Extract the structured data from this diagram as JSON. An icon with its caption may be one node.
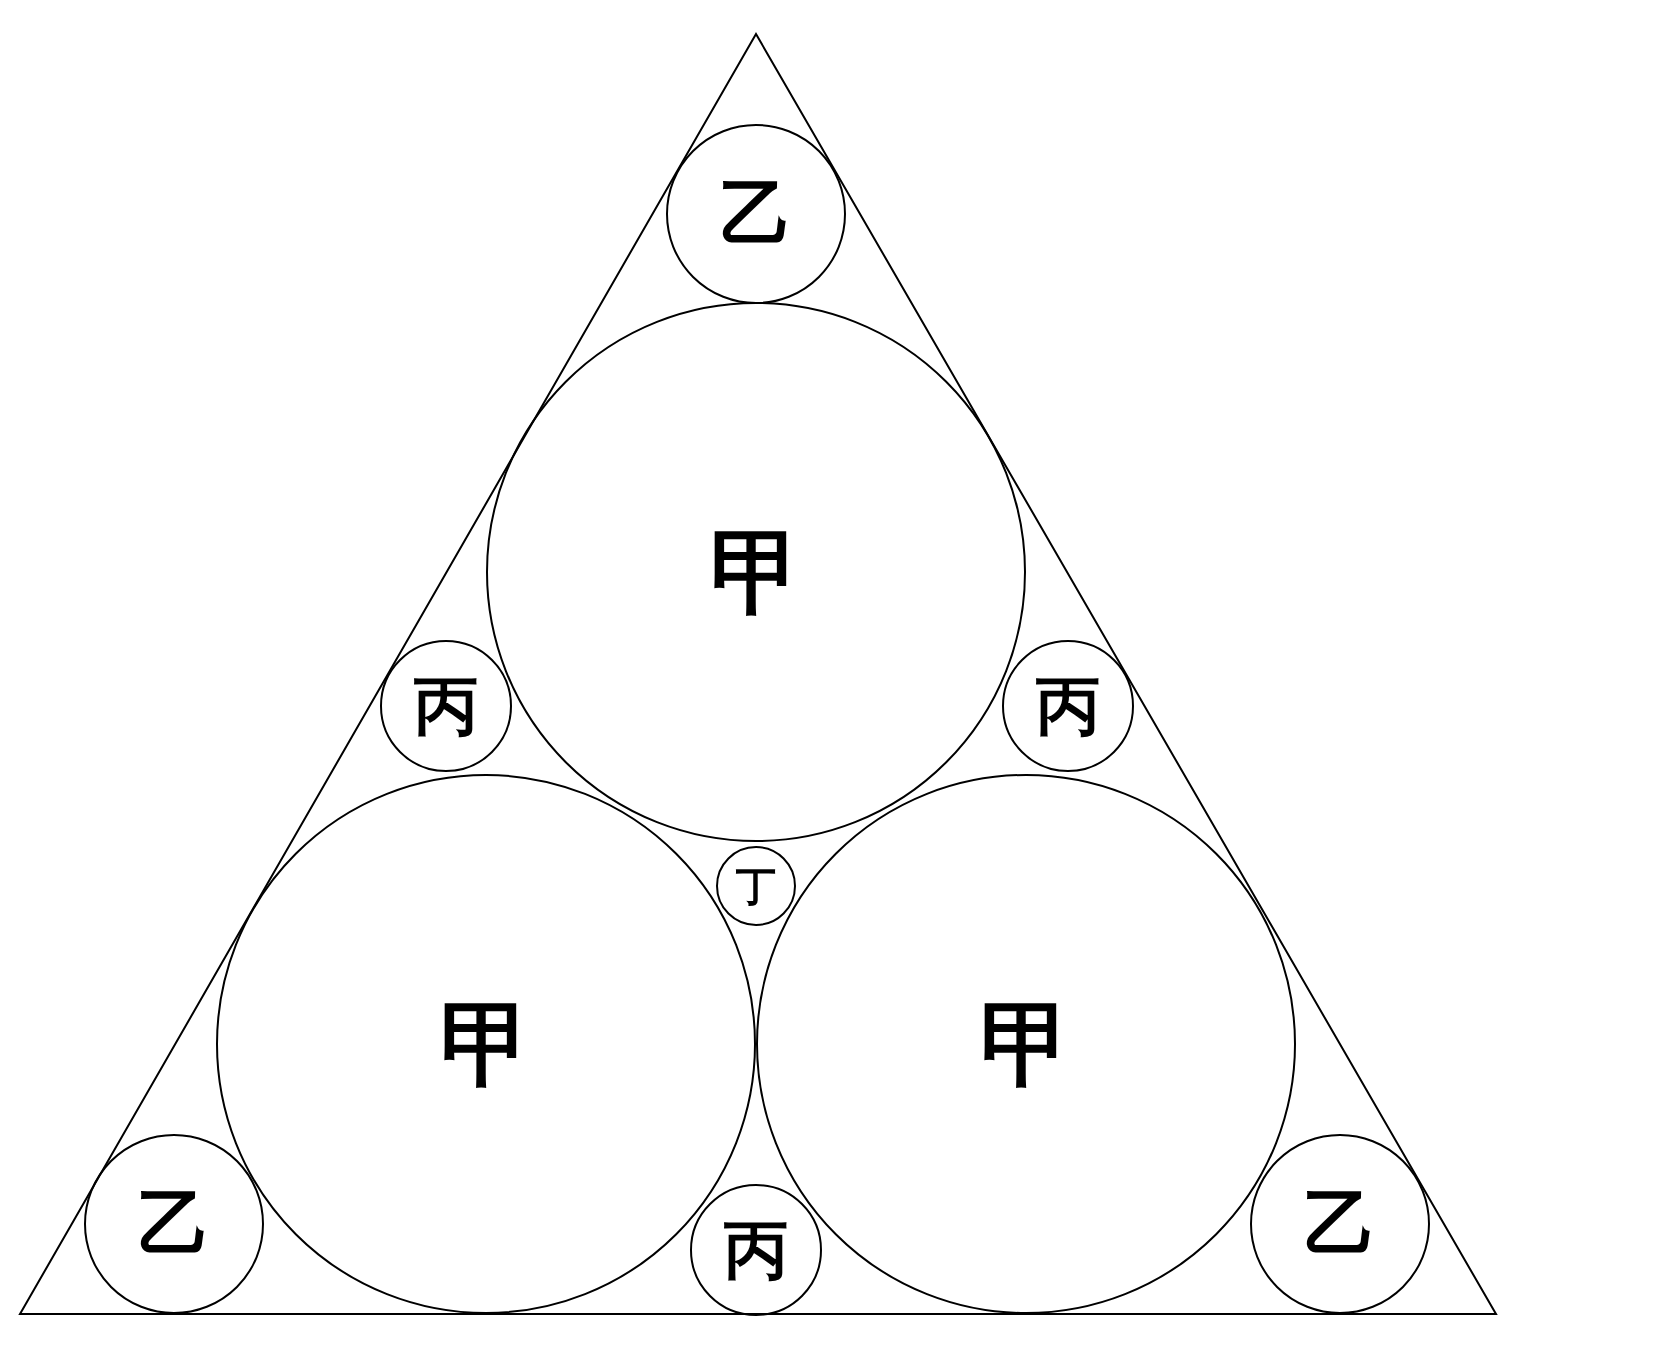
{
  "diagram": {
    "nodes": [
      {
        "text": [],
        "shape": "triangle"
      },
      {
        "text": [
          "乙"
        ],
        "in": 0
      },
      {
        "text": [
          "甲"
        ],
        "in": 0
      },
      {
        "text": [
          "丙"
        ],
        "in": 0
      },
      {
        "text": [
          "丙"
        ],
        "in": 0
      },
      {
        "text": [
          "丁"
        ],
        "in": 0
      },
      {
        "text": [
          "甲"
        ],
        "in": 0
      },
      {
        "text": [
          "甲"
        ],
        "in": 0
      },
      {
        "text": [
          "乙"
        ],
        "in": 0
      },
      {
        "text": [
          "丙"
        ],
        "in": 0
      },
      {
        "text": [
          "乙"
        ],
        "in": 0
      }
    ]
  }
}
